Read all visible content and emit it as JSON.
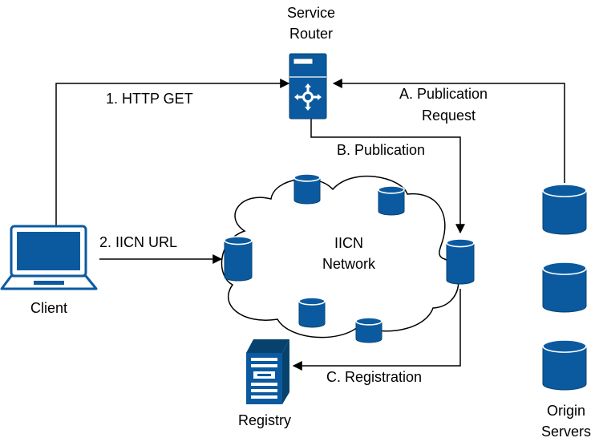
{
  "colors": {
    "primary": "#0b5aa0",
    "dark": "#07426f",
    "line": "#000000",
    "background": "#ffffff"
  },
  "nodes": {
    "service_router": {
      "label_line1": "Service",
      "label_line2": "Router",
      "icon": "router-server-icon"
    },
    "client": {
      "label": "Client",
      "icon": "laptop-icon"
    },
    "registry": {
      "label": "Registry",
      "icon": "server-tower-icon"
    },
    "iicn_network": {
      "label_line1": "IICN",
      "label_line2": "Network",
      "icon": "cloud-icon"
    },
    "origin_servers": {
      "label_line1": "Origin",
      "label_line2": "Servers",
      "icon": "database-icon"
    }
  },
  "edges": {
    "http_get": "1. HTTP GET",
    "iicn_url": "2. IICN URL",
    "publication_request_line1": "A. Publication",
    "publication_request_line2": "Request",
    "publication": "B. Publication",
    "registration": "C. Registration"
  }
}
